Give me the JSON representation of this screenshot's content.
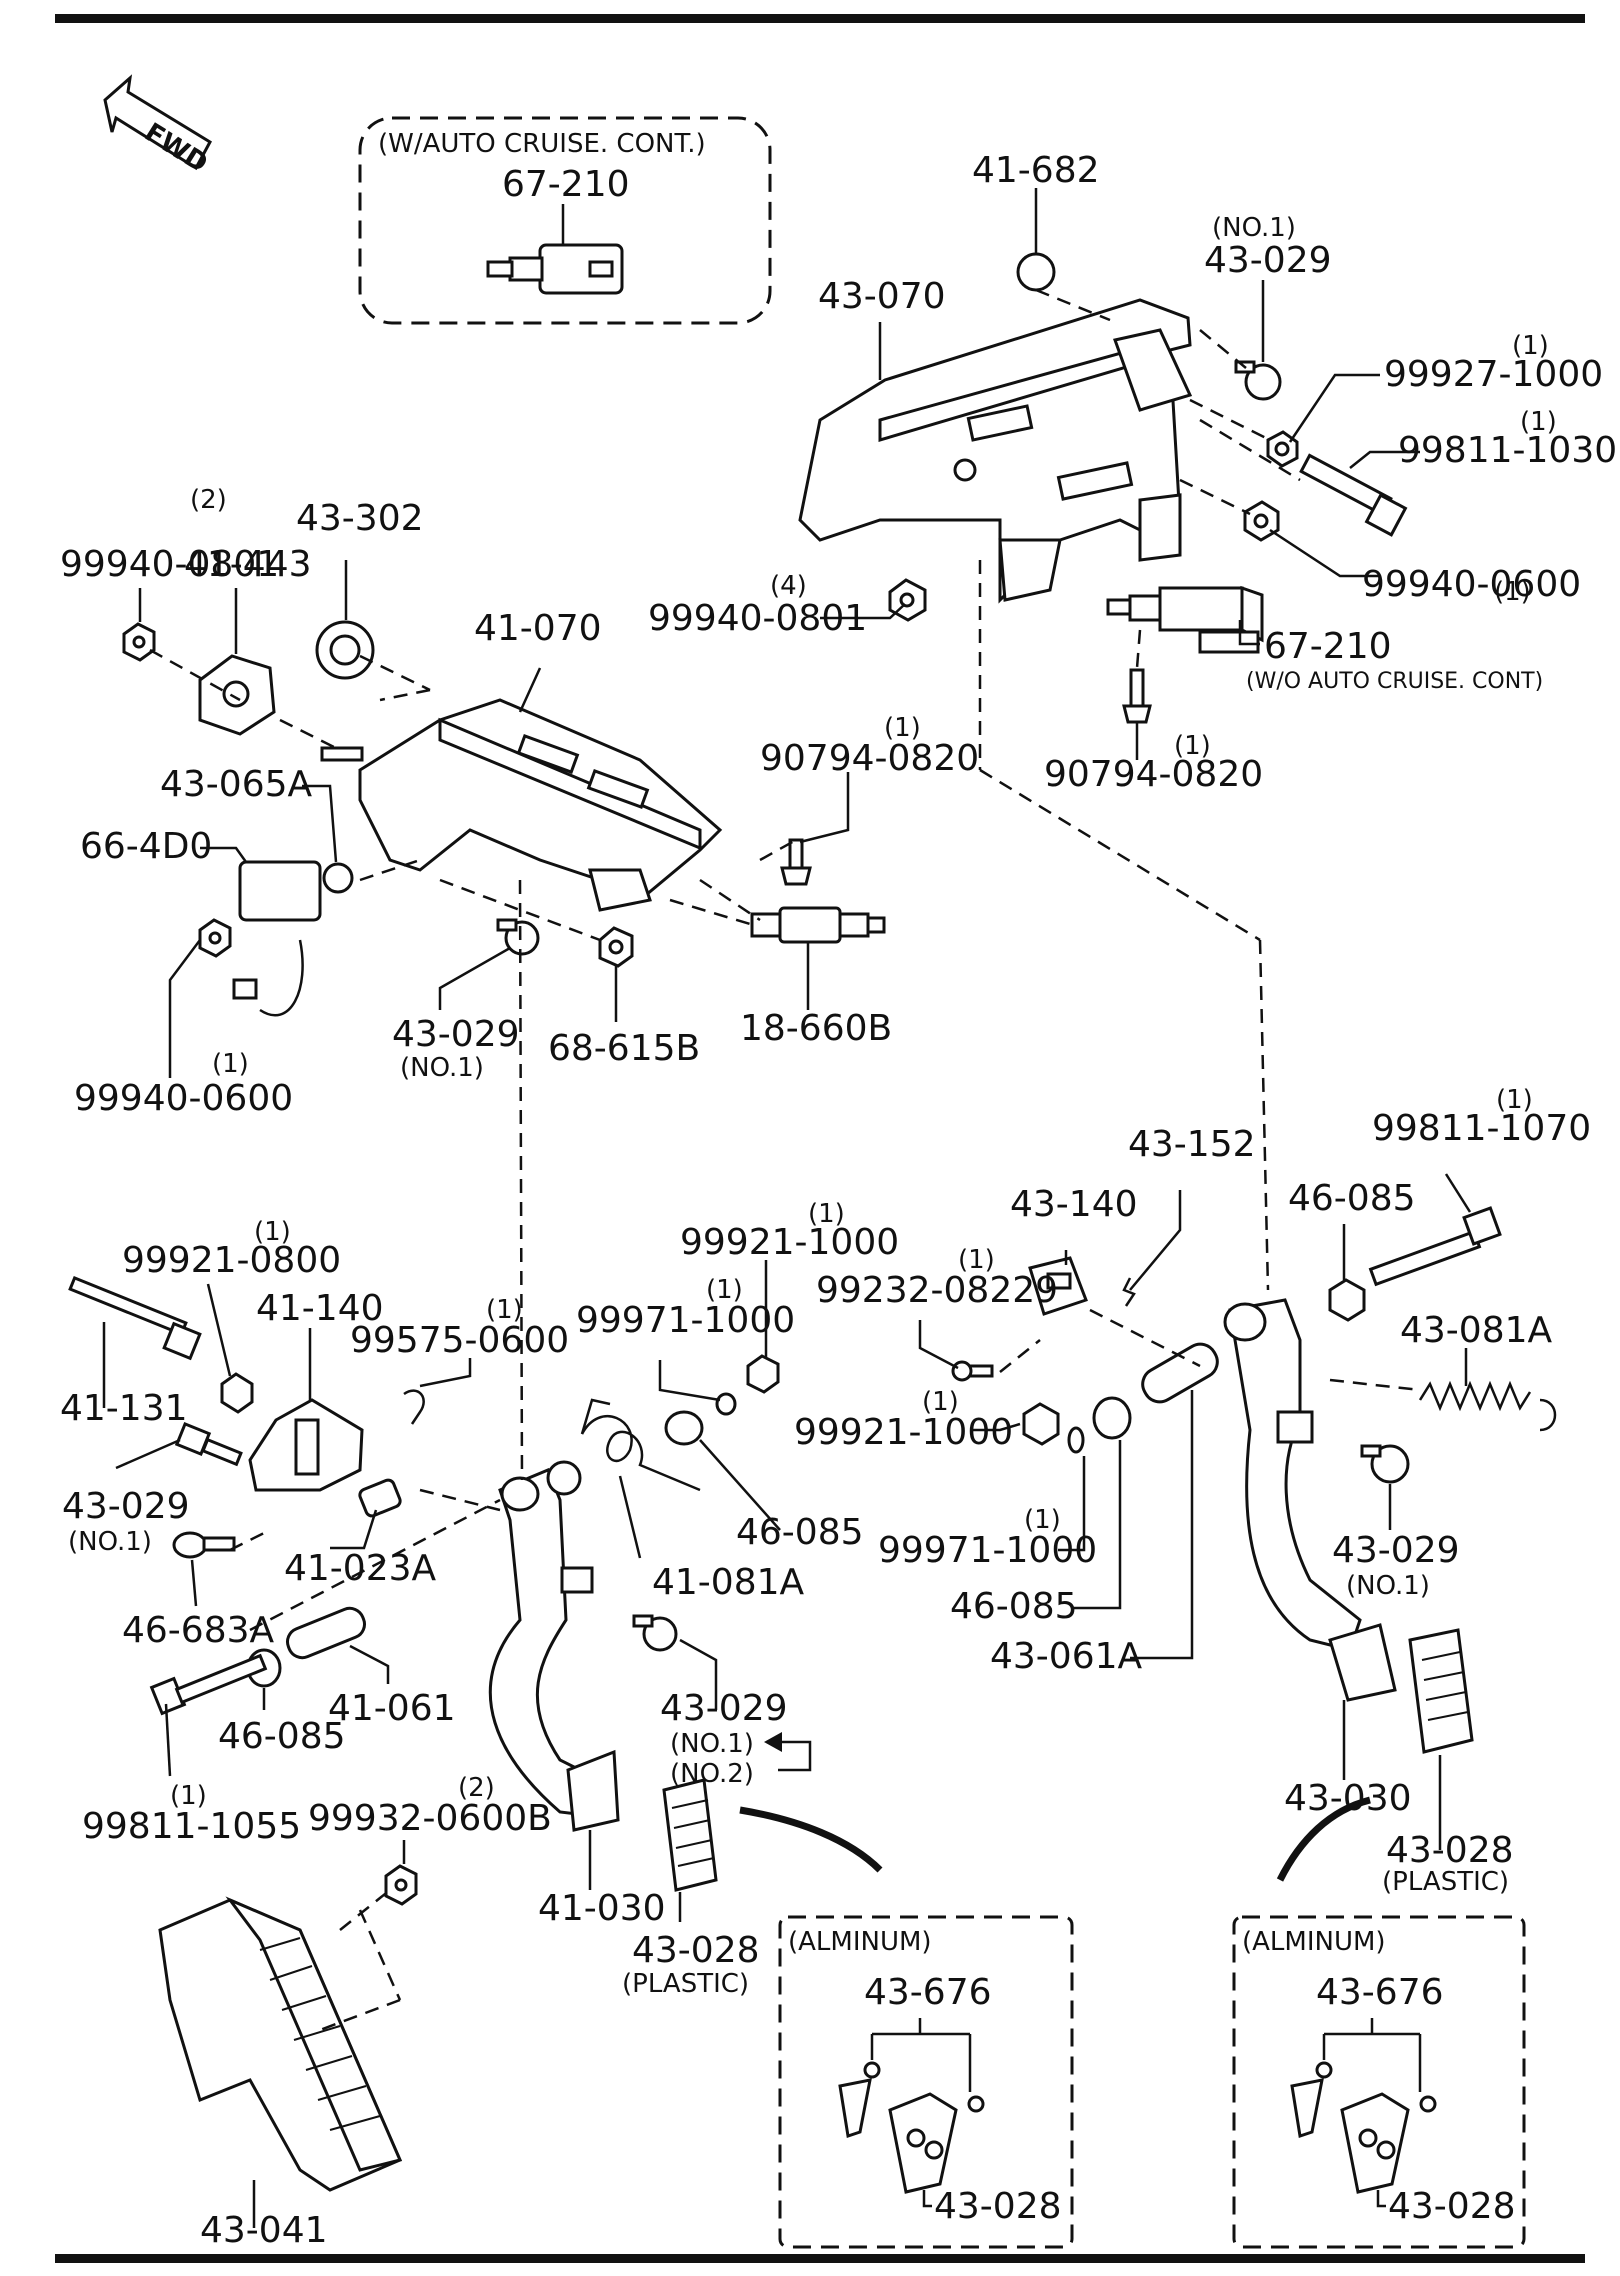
{
  "fwd": "FWD",
  "boxes": {
    "auto_cruise": "(W∕AUTO CRUISE. CONT.)",
    "alminum_left": "(ALMINUM)",
    "alminum_right": "(ALMINUM)"
  },
  "labels": {
    "p67_210_top": "67-210",
    "p41_682": "41-682",
    "p43_029_no1_top_qual": "(NO.1)",
    "p43_029_top": "43-029",
    "p43_070": "43-070",
    "p99927_1000_qty": "(1)",
    "p99927_1000": "99927-1000",
    "p99811_1030_qty": "(1)",
    "p99811_1030": "99811-1030",
    "p99940_0600_right_qty": "(1)",
    "p99940_0600_right": "99940-0600",
    "p99940_0801_mid_qty": "(4)",
    "p99940_0801_mid": "99940-0801",
    "p67_210_right": "67-210",
    "p67_210_right_note": "(W/O AUTO CRUISE. CONT)",
    "p90794_0820_right": "90794-0820",
    "p90794_0820_right_qty": "(1)",
    "p99940_0801_left_qty": "(2)",
    "p99940_0801_left": "99940-0801",
    "p41_443": "41-443",
    "p43_302": "43-302",
    "p41_070": "41-070",
    "p90794_0820_left_qty": "(1)",
    "p90794_0820_left": "90794-0820",
    "p43_065A": "43-065A",
    "p66_4D0": "66-4D0",
    "p43_029_mid": "43-029",
    "p43_029_mid_qual": "(NO.1)",
    "p68_615B": "68-615B",
    "p18_660B": "18-660B",
    "p99940_0600_left": "99940-0600",
    "p99940_0600_left_qty": "(1)",
    "p43_152": "43-152",
    "p43_140": "43-140",
    "p99811_1070_qty": "(1)",
    "p99811_1070": "99811-1070",
    "p46_085_right_top": "46-085",
    "p99232_08229_qty": "(1)",
    "p99232_08229": "99232-08229",
    "p99921_1000_top_qty": "(1)",
    "p99921_1000_top": "99921-1000",
    "p99971_1000_top_qty": "(1)",
    "p99971_1000_top": "99971-1000",
    "p43_081A": "43-081A",
    "p99921_1000_mid_qty": "(1)",
    "p99921_1000_mid": "99921-1000",
    "p99971_1000_mid_qty": "(1)",
    "p99971_1000_mid": "99971-1000",
    "p43_029_right": "43-029",
    "p43_029_right_qual": "(NO.1)",
    "p46_085_right_mid": "46-085",
    "p43_061A": "43-061A",
    "p43_030": "43-030",
    "p43_028_right": "43-028",
    "p43_028_right_qual": "(PLASTIC)",
    "p99921_0800_qty": "(1)",
    "p99921_0800": "99921-0800",
    "p41_140": "41-140",
    "p99575_0600_qty": "(1)",
    "p99575_0600": "99575-0600",
    "p41_131": "41-131",
    "p43_029_left": "43-029",
    "p43_029_left_qual": "(NO.1)",
    "p41_023A": "41-023A",
    "p46_683A": "46-683A",
    "p41_081A": "41-081A",
    "p46_085_mid": "46-085",
    "p41_061": "41-061",
    "p46_085_left": "46-085",
    "p43_029_bottom": "43-029",
    "p43_029_bottom_qual1": "(NO.1)",
    "p43_029_bottom_qual2": "(NO.2)",
    "p99811_1055_qty": "(1)",
    "p99811_1055": "99811-1055",
    "p99932_0600B_qty": "(2)",
    "p99932_0600B": "99932-0600B",
    "p41_030": "41-030",
    "p43_028_mid": "43-028",
    "p43_028_mid_qual": "(PLASTIC)",
    "p43_676_left": "43-676",
    "p43_028_box_left": "43-028",
    "p43_676_right": "43-676",
    "p43_028_box_right": "43-028",
    "p43_041": "43-041"
  }
}
